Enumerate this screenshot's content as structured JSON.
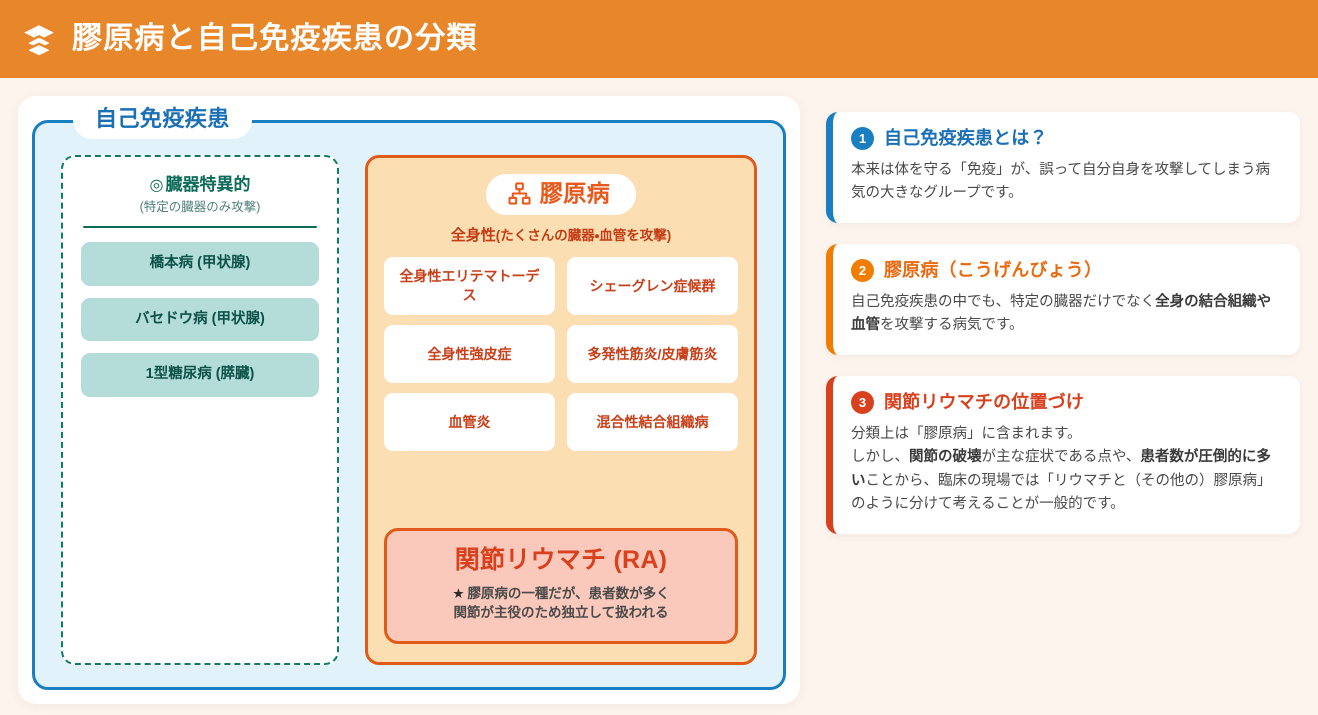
{
  "header": {
    "icon": "layers-stack-icon",
    "title": "膠原病と自己免疫疾患の分類",
    "bg_color": "#e8862a"
  },
  "diagram": {
    "panel_tag": "自己免疫疾患",
    "panel_border_color": "#1a7fc1",
    "panel_bg_color": "#e2f2fb",
    "organ_specific": {
      "icon": "bullseye-icon",
      "icon_glyph": "◎",
      "heading": "臓器特異的",
      "subtitle": "(特定の臓器のみ攻撃)",
      "accent_color": "#0d6c59",
      "chip_color": "#b4ddd9",
      "items": [
        "橋本病 (甲状腺)",
        "バセドウ病 (甲状腺)",
        "1型糖尿病 (膵臓)"
      ]
    },
    "collagen": {
      "icon": "sitemap-icon",
      "tag": "膠原病",
      "subtitle_strong": "全身性",
      "subtitle_paren": "(たくさんの臓器・血管を攻撃)",
      "accent_color": "#e05a19",
      "bg_color": "#fbdfb2",
      "diseases": [
        "全身性エリテマトーデス",
        "シェーグレン症候群",
        "全身性強皮症",
        "多発性筋炎/皮膚筋炎",
        "血管炎",
        "混合性結合組織病"
      ],
      "ra": {
        "title": "関節リウマチ (RA)",
        "star_glyph": "★",
        "note_line1": "膠原病の一種だが、患者数が多く",
        "note_line2": "関節が主役のため独立して扱われる",
        "bg_color": "#fbc9bb",
        "border_color": "#e05a19",
        "title_color": "#d8411e"
      }
    }
  },
  "info_cards": [
    {
      "number": "1",
      "title": "自己免疫疾患とは？",
      "accent_color": "#1a7fc1",
      "body": [
        {
          "text": "本来は体を守る「免疫」が、誤って自分自身を攻撃してしまう病気の大きなグループです。",
          "bold": false
        }
      ]
    },
    {
      "number": "2",
      "title": "膠原病（こうげんびょう）",
      "accent_color": "#f07c00",
      "body": [
        {
          "text": "自己免疫疾患の中でも、特定の臓器だけでなく",
          "bold": false
        },
        {
          "text": "全身の結合組織や血管",
          "bold": true
        },
        {
          "text": "を攻撃する病気です。",
          "bold": false
        }
      ]
    },
    {
      "number": "3",
      "title": "関節リウマチの位置づけ",
      "accent_color": "#d8411e",
      "body": [
        {
          "text": "分類上は「膠原病」に含まれます。\nしかし、",
          "bold": false
        },
        {
          "text": "関節の破壊",
          "bold": true
        },
        {
          "text": "が主な症状である点や、",
          "bold": false
        },
        {
          "text": "患者数が圧倒的に多い",
          "bold": true
        },
        {
          "text": "ことから、臨床の現場では「リウマチと（その他の）膠原病」のように分けて考えることが一般的です。",
          "bold": false
        }
      ]
    }
  ]
}
